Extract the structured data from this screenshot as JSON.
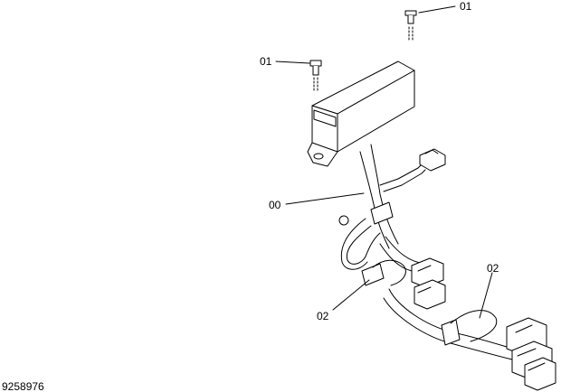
{
  "labels": {
    "bolt_top": "01",
    "bolt_left": "01",
    "harness": "00",
    "clip_left": "02",
    "clip_right": "02"
  },
  "drawing_number": "9258976",
  "colors": {
    "ink": "#000000",
    "background": "#ffffff"
  }
}
